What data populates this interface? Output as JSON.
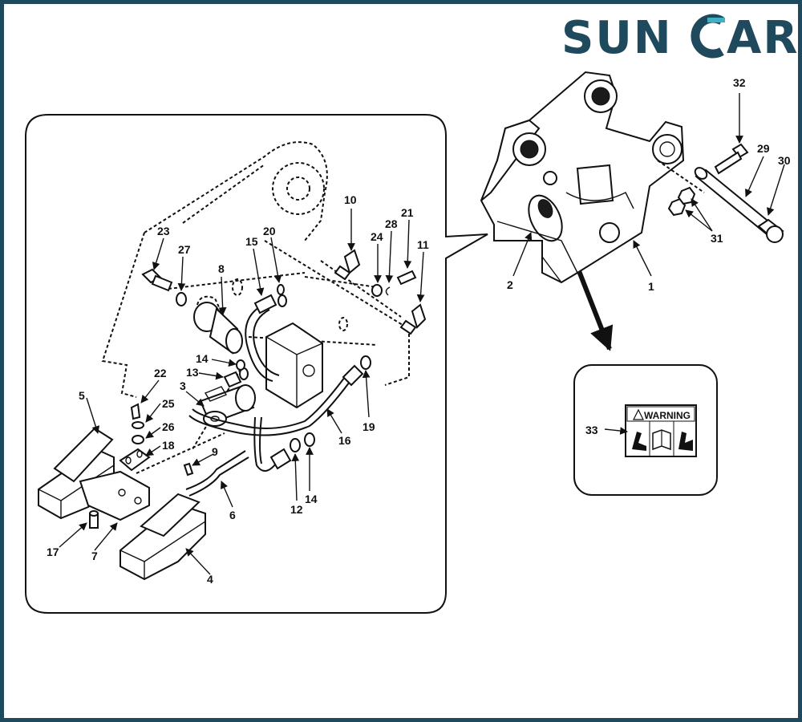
{
  "brand": {
    "name_part1": "SUN",
    "name_part2": "AR",
    "color_dark": "#1f4a5e",
    "color_accent": "#3fb1c4"
  },
  "warning_decal": {
    "text": "WARNING",
    "icons": [
      "crush-hazard-icon",
      "manual-book-icon",
      "hand-hazard-icon"
    ]
  },
  "callouts": {
    "c1": "1",
    "c2": "2",
    "c3": "3",
    "c4": "4",
    "c5": "5",
    "c6": "6",
    "c7": "7",
    "c8": "8",
    "c9": "9",
    "c10": "10",
    "c11": "11",
    "c12": "12",
    "c13": "13",
    "c14a": "14",
    "c14b": "14",
    "c15": "15",
    "c16": "16",
    "c17": "17",
    "c18": "18",
    "c19": "19",
    "c20": "20",
    "c21": "21",
    "c22": "22",
    "c23": "23",
    "c24": "24",
    "c25": "25",
    "c26": "26",
    "c27": "27",
    "c28": "28",
    "c29": "29",
    "c30": "30",
    "c31": "31",
    "c32": "32",
    "c33": "33"
  }
}
